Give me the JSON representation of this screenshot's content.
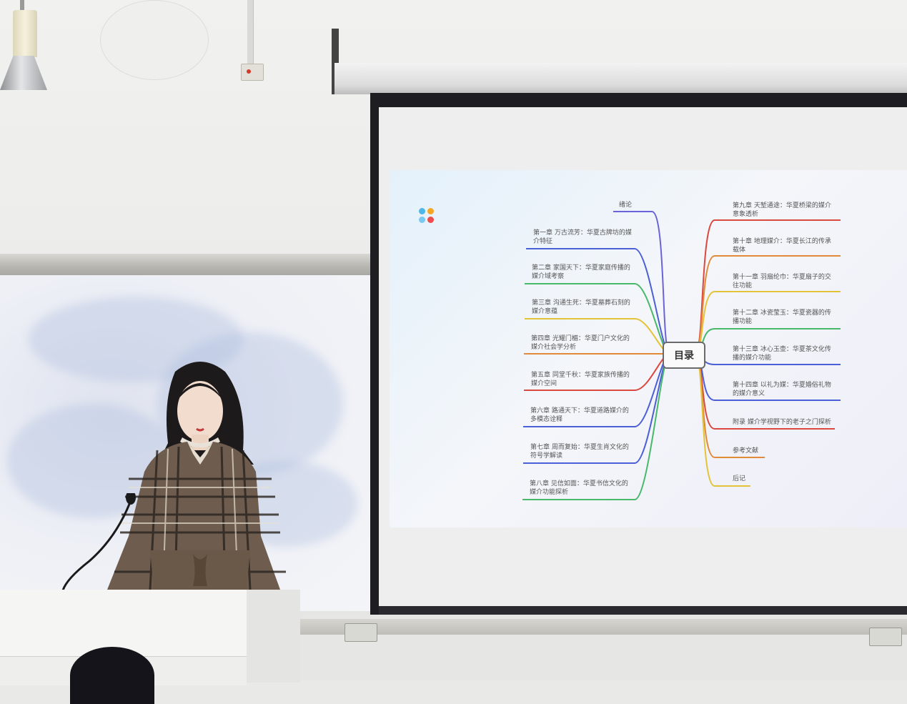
{
  "slide": {
    "center_title": "目录",
    "left_items": [
      {
        "text": "绪论"
      },
      {
        "text": "第一章 万古流芳：华夏古牌坊的媒介特征"
      },
      {
        "text": "第二章 家国天下：华夏家庭传播的媒介域考察"
      },
      {
        "text": "第三章 沟通生死：华夏墓葬石刻的媒介意蕴"
      },
      {
        "text": "第四章 光耀门楣：华夏门户文化的媒介社会学分析"
      },
      {
        "text": "第五章 同堂千秋：华夏家族传播的媒介空间"
      },
      {
        "text": "第六章 路通天下：华夏道路媒介的多模态诠释"
      },
      {
        "text": "第七章 周而复始：华夏生肖文化的符号学解读"
      },
      {
        "text": "第八章 见信如面：华夏书信文化的媒介功能探析"
      }
    ],
    "right_items": [
      {
        "text": "第九章 天堑通途：华夏桥梁的媒介意象透析"
      },
      {
        "text": "第十章 地理媒介：华夏长江的传承载体"
      },
      {
        "text": "第十一章 羽扇纶巾：华夏扇子的交往功能"
      },
      {
        "text": "第十二章 冰瓷莹玉：华夏瓷器的传播功能"
      },
      {
        "text": "第十三章 冰心玉壶：华夏茶文化传播的媒介功能"
      },
      {
        "text": "第十四章 以礼为媒：华夏婚俗礼物的媒介意义"
      },
      {
        "text": "附录 媒介学视野下的老子之门探析"
      },
      {
        "text": "参考文献"
      },
      {
        "text": "后记"
      }
    ],
    "branch_colors_left": [
      "#6b64d8",
      "#4b5fd6",
      "#48b86a",
      "#e2c33a",
      "#e08a3a",
      "#d9493f",
      "#4b5fd6",
      "#4b5fd6",
      "#48b86a"
    ],
    "branch_colors_right": [
      "#d9493f",
      "#e08a3a",
      "#e2c33a",
      "#48b86a",
      "#4b5fd6",
      "#4b5fd6",
      "#d9493f",
      "#e08a3a",
      "#e2c33a"
    ],
    "logo_dot_colors": [
      "#4fb6e8",
      "#f5a623",
      "#7ac9f0",
      "#ef4b4b"
    ]
  },
  "scene": {
    "icons": [
      "ceiling-lamp-icon",
      "wall-clock-icon",
      "light-switch-icon",
      "microphone-icon"
    ]
  }
}
